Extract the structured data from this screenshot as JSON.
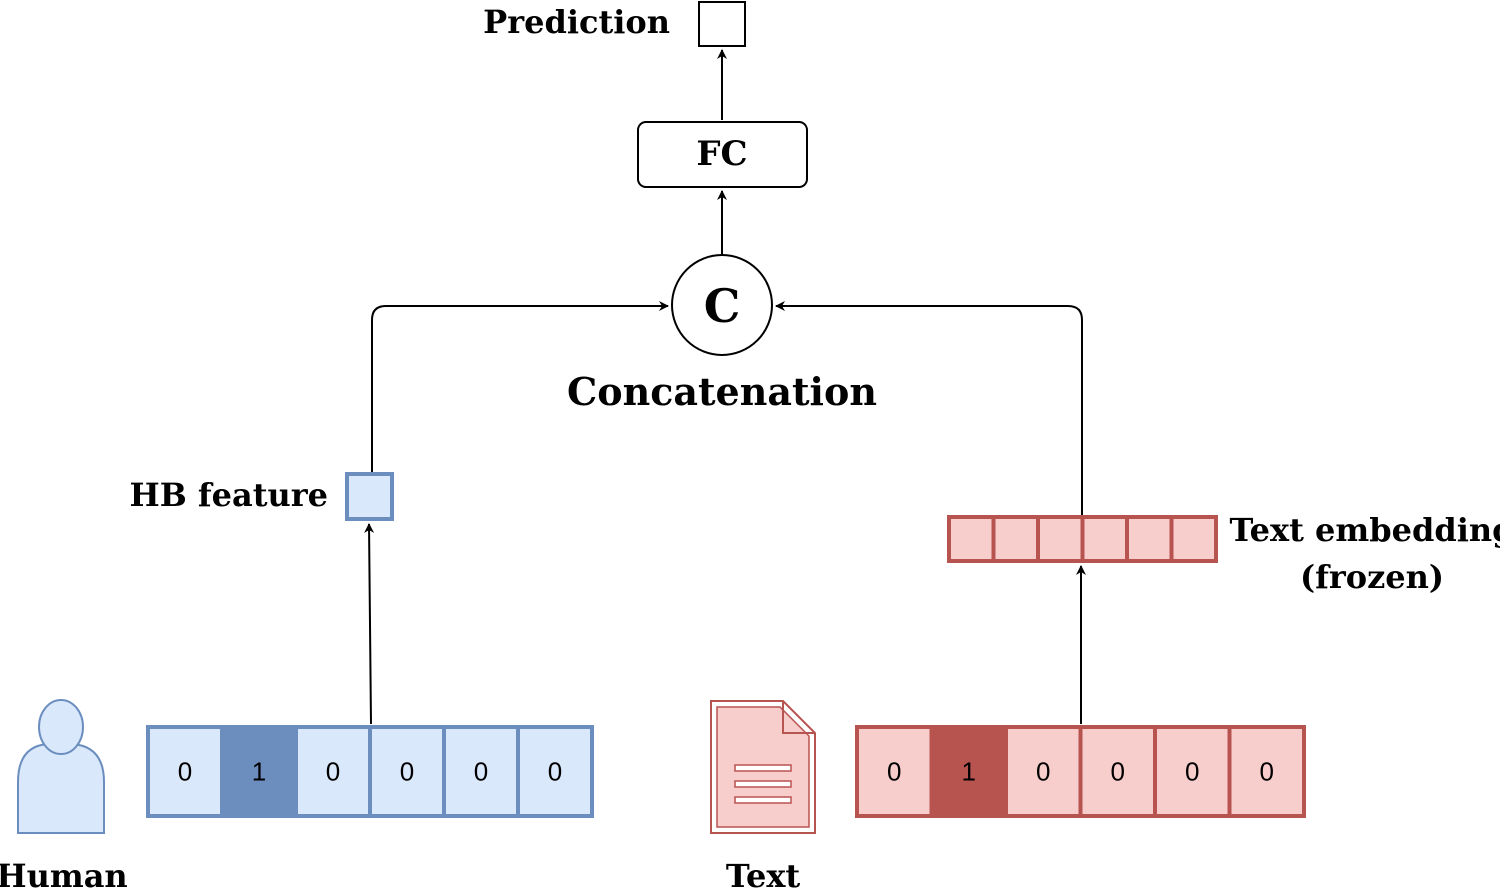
{
  "labels": {
    "prediction": "Prediction",
    "fc": "FC",
    "concat_symbol": "C",
    "concatenation": "Concatenation",
    "hb_feature": "HB feature",
    "text_embedding_line1": "Text embedding",
    "text_embedding_line2": "(frozen)",
    "human": "Human",
    "text": "Text"
  },
  "human_vector": [
    "0",
    "1",
    "0",
    "0",
    "0",
    "0"
  ],
  "text_vector": [
    "0",
    "1",
    "0",
    "0",
    "0",
    "0"
  ],
  "colors": {
    "blue_fill": "#dae8fc",
    "blue_stroke": "#6c8ebf",
    "blue_active": "#6c8ebf",
    "red_fill": "#f8cecc",
    "red_stroke": "#b85450",
    "red_active": "#b85450",
    "black": "#000000",
    "white": "#ffffff"
  },
  "icons": {
    "human": "person-icon",
    "text": "document-icon"
  }
}
